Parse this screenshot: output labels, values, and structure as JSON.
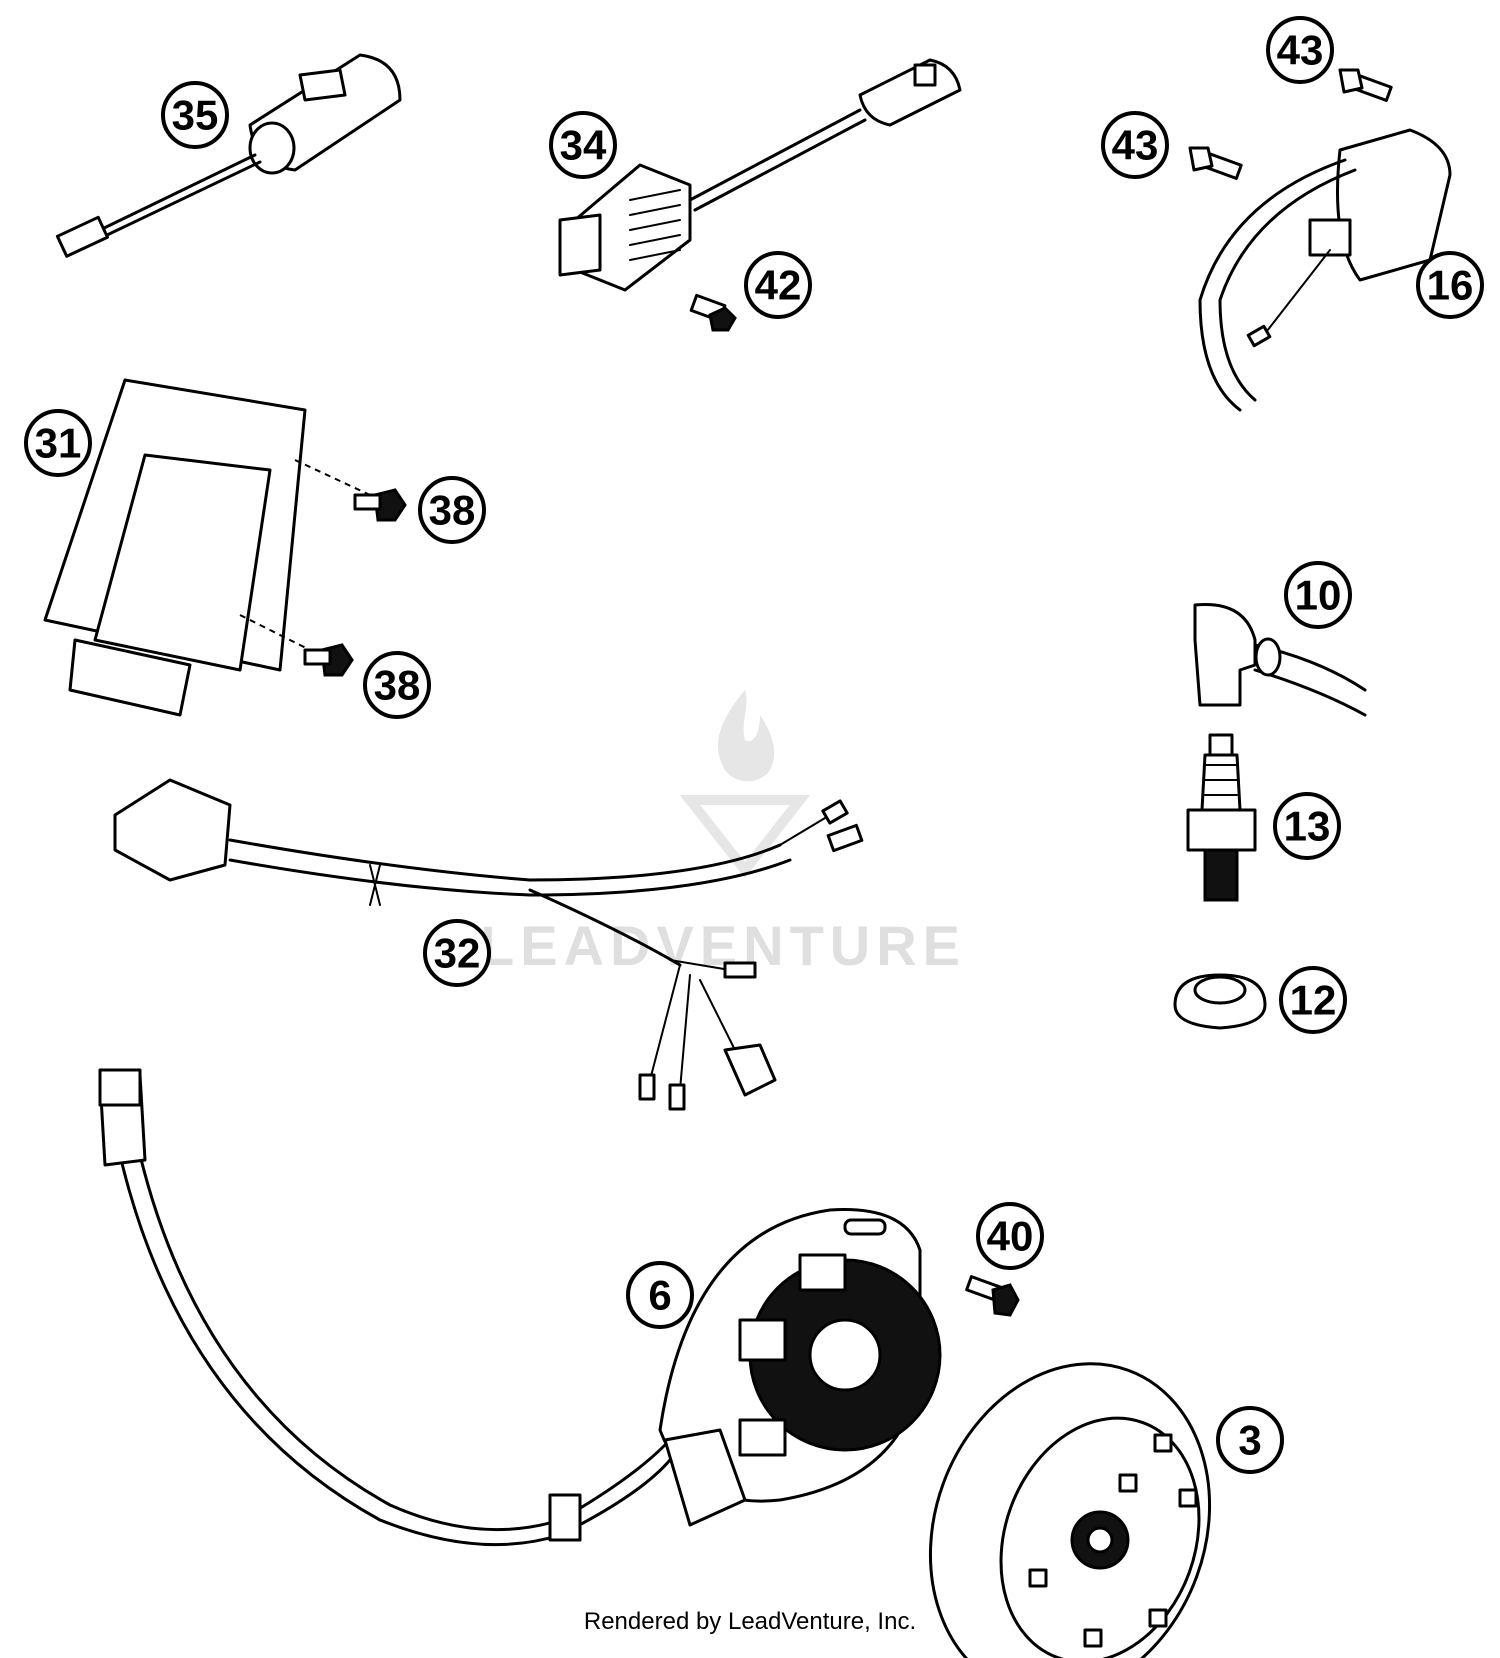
{
  "callouts": {
    "p35": "35",
    "p34": "34",
    "p43a": "43",
    "p43b": "43",
    "p42": "42",
    "p16": "16",
    "p31": "31",
    "p38a": "38",
    "p38b": "38",
    "p10": "10",
    "p13": "13",
    "p12": "12",
    "p32": "32",
    "p6": "6",
    "p40": "40",
    "p3": "3"
  },
  "watermark": {
    "text": "LEADVENTURE"
  },
  "credit": "Rendered by LeadVenture, Inc."
}
